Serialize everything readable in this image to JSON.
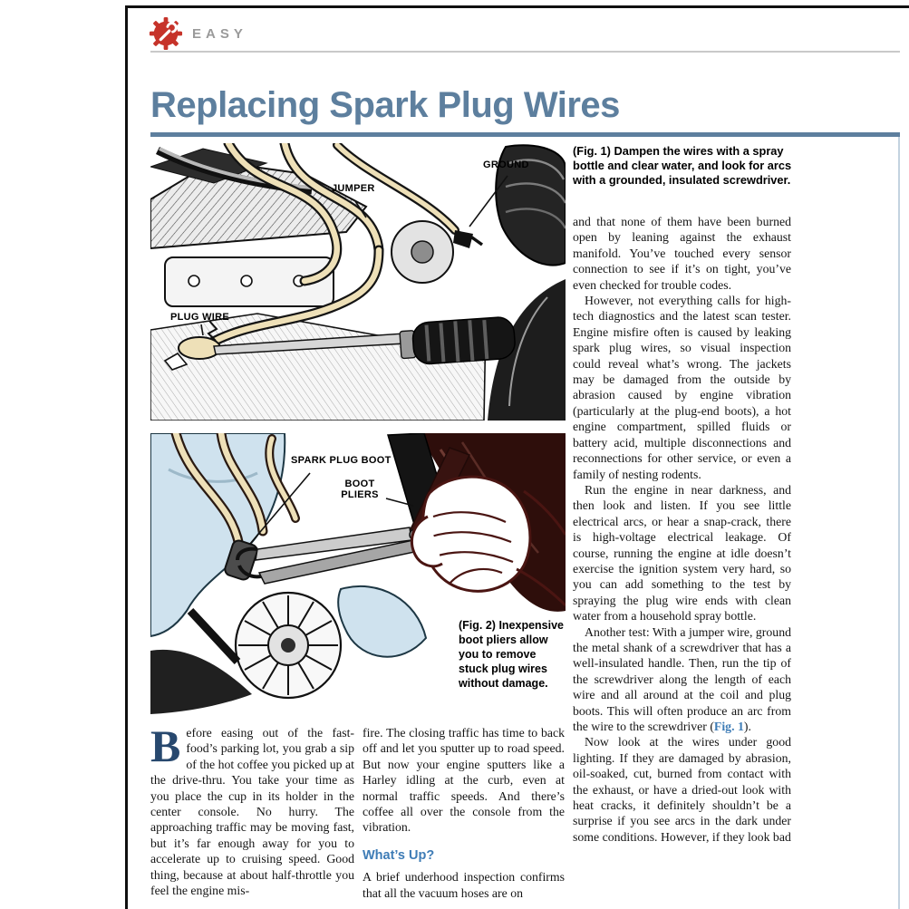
{
  "colors": {
    "title-blue": "#5d7f9e",
    "rule-blue": "#5d7f9e",
    "heading-blue": "#3e7cb6",
    "easy-gray": "#9a9a9a",
    "badge-red": "#c6332a",
    "dropcap-navy": "#27486e"
  },
  "header": {
    "badge": "EASY",
    "title": "Replacing Spark Plug Wires"
  },
  "figures": {
    "fig1": {
      "labels": {
        "jumper": "JUMPER",
        "ground": "GROUND",
        "plug_wire": "PLUG WIRE"
      },
      "caption": "(Fig. 1) Dampen the wires with a spray bottle and clear water, and look for arcs with a grounded, insulated screwdriver."
    },
    "fig2": {
      "labels": {
        "boot": "SPARK PLUG BOOT",
        "pliers": "BOOT PLIERS"
      },
      "caption": "(Fig. 2) Inexpensive boot pliers allow you to remove stuck plug wires without damage."
    }
  },
  "right_column": {
    "paragraphs": [
      [
        {
          "t": "and that none of them have been burned open by leaning against the exhaust manifold. You’ve touched every sensor connection to see if it’s on tight, you’ve even checked for trouble codes."
        }
      ],
      [
        {
          "t": "However, not everything calls for high-tech diagnostics and the latest scan tester. Engine misfire often is caused by leaking spark plug wires, so visual inspection could reveal what’s wrong. The jackets may be damaged from the outside by abrasion caused by engine vibration (particularly at the plug-end boots), a hot engine compartment, spilled fluids or battery acid, multiple disconnections and reconnections for other service, or even a family of nesting rodents."
        }
      ],
      [
        {
          "t": "Run the engine in near darkness, and then look and listen. If you see little electrical arcs, or hear a snap-crack, there is high-voltage electrical leakage. Of course, running the engine at idle doesn’t exercise the ignition system very hard, so you can add something to the test by spraying the plug wire ends with clean water from a household spray bottle."
        }
      ],
      [
        {
          "t": "Another test: With a jumper wire, ground the metal shank of a screwdriver that has a well-insulated handle. Then, run the tip of the screwdriver along the length of each wire and all around at the coil and plug boots. This will often produce an arc from the wire to the screwdriver ("
        },
        {
          "t": "Fig. 1",
          "c": "figref"
        },
        {
          "t": ")."
        }
      ],
      [
        {
          "t": "Now look at the wires under good lighting. If they are damaged by abrasion, oil-soaked, cut, burned from contact with the exhaust, or have a dried-out look with heat cracks, it definitely shouldn’t be a surprise if you see arcs in the dark under some conditions. However, if they look bad"
        }
      ]
    ]
  },
  "story": {
    "dropcap": "B",
    "col1": "efore easing out of the fast-food’s parking lot, you grab a sip of the hot coffee you picked up at the drive-thru. You take your time as you place the cup in its holder in the center console. No hurry. The approaching traffic may be moving fast, but it’s far enough away for you to accelerate up to cruising speed. Good thing, because at about half-throttle you feel the engine mis-",
    "col2_p1": "fire. The closing traffic has time to back off and let you sputter up to road speed. But now your engine sputters like a Harley idling at the curb, even at normal traffic speeds. And there’s coffee all over the console from the vibration.",
    "heading": "What’s Up?",
    "col2_p2": "A brief underhood inspection confirms that all the vacuum hoses are on"
  }
}
